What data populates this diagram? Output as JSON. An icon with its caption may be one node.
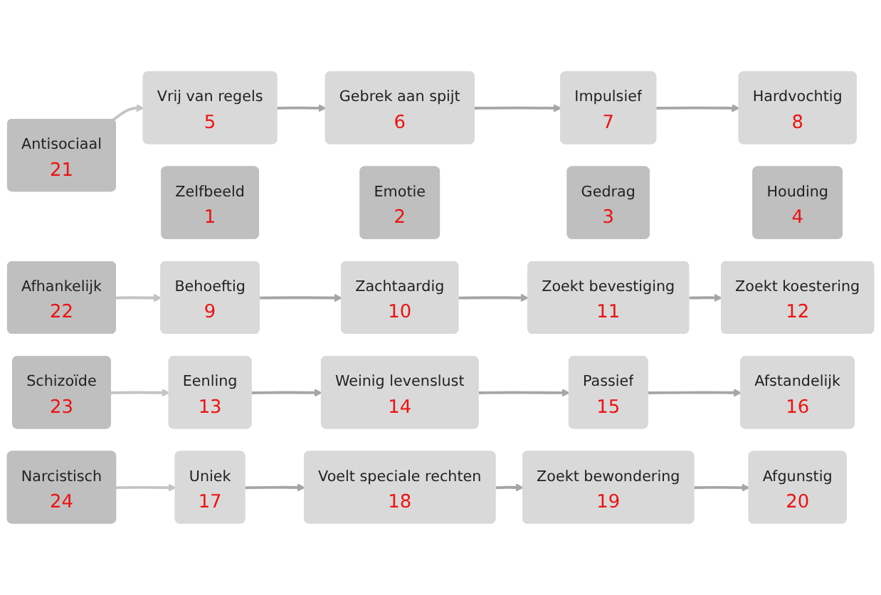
{
  "diagram": {
    "nodes": [
      {
        "text": [
          "Zelfbeeld",
          "1"
        ]
      },
      {
        "text": [
          "Emotie",
          "2"
        ]
      },
      {
        "text": [
          "Gedrag",
          "3"
        ]
      },
      {
        "text": [
          "Houding",
          "4"
        ]
      },
      {
        "text": [
          "Antisociaal",
          "21"
        ]
      },
      {
        "text": [
          "Vrij van regels",
          "5"
        ]
      },
      {
        "text": [
          "Gebrek aan spijt",
          "6"
        ]
      },
      {
        "text": [
          "Impulsief",
          "7"
        ]
      },
      {
        "text": [
          "Hardvochtig",
          "8"
        ]
      },
      {
        "text": [
          "Afhankelijk",
          "22"
        ]
      },
      {
        "text": [
          "Behoeftig",
          "9"
        ]
      },
      {
        "text": [
          "Zachtaardig",
          "10"
        ]
      },
      {
        "text": [
          "Zoekt bevestiging",
          "11"
        ]
      },
      {
        "text": [
          "Zoekt koestering",
          "12"
        ]
      },
      {
        "text": [
          "Schizoïde",
          "23"
        ]
      },
      {
        "text": [
          "Eenling",
          "13"
        ]
      },
      {
        "text": [
          "Weinig levenslust",
          "14"
        ]
      },
      {
        "text": [
          "Passief",
          "15"
        ]
      },
      {
        "text": [
          "Afstandelijk",
          "16"
        ]
      },
      {
        "text": [
          "Narcistisch",
          "24"
        ]
      },
      {
        "text": [
          "Uniek",
          "17"
        ]
      },
      {
        "text": [
          "Voelt speciale rechten",
          "18"
        ]
      },
      {
        "text": [
          "Zoekt bewondering",
          "19"
        ]
      },
      {
        "text": [
          "Afgunstig",
          "20"
        ]
      }
    ],
    "edges": [
      {
        "from": 4,
        "to": 5,
        "arrow": "to",
        "color": "#c4c4c4"
      },
      {
        "from": 5,
        "to": 6,
        "arrow": "to"
      },
      {
        "from": 6,
        "to": 7,
        "arrow": "to"
      },
      {
        "from": 7,
        "to": 8,
        "arrow": "to"
      },
      {
        "from": 9,
        "to": 10,
        "arrow": "to",
        "color": "#c4c4c4"
      },
      {
        "from": 10,
        "to": 11,
        "arrow": "to"
      },
      {
        "from": 11,
        "to": 12,
        "arrow": "to"
      },
      {
        "from": 12,
        "to": 13,
        "arrow": "to"
      },
      {
        "from": 14,
        "to": 15,
        "arrow": "to",
        "color": "#c4c4c4"
      },
      {
        "from": 15,
        "to": 16,
        "arrow": "to"
      },
      {
        "from": 16,
        "to": 17,
        "arrow": "to"
      },
      {
        "from": 17,
        "to": 18,
        "arrow": "to"
      },
      {
        "from": 19,
        "to": 20,
        "arrow": "to",
        "color": "#c4c4c4"
      },
      {
        "from": 20,
        "to": 21,
        "arrow": "to"
      },
      {
        "from": 21,
        "to": 22,
        "arrow": "to"
      },
      {
        "from": 22,
        "to": 23,
        "arrow": "to"
      }
    ]
  }
}
